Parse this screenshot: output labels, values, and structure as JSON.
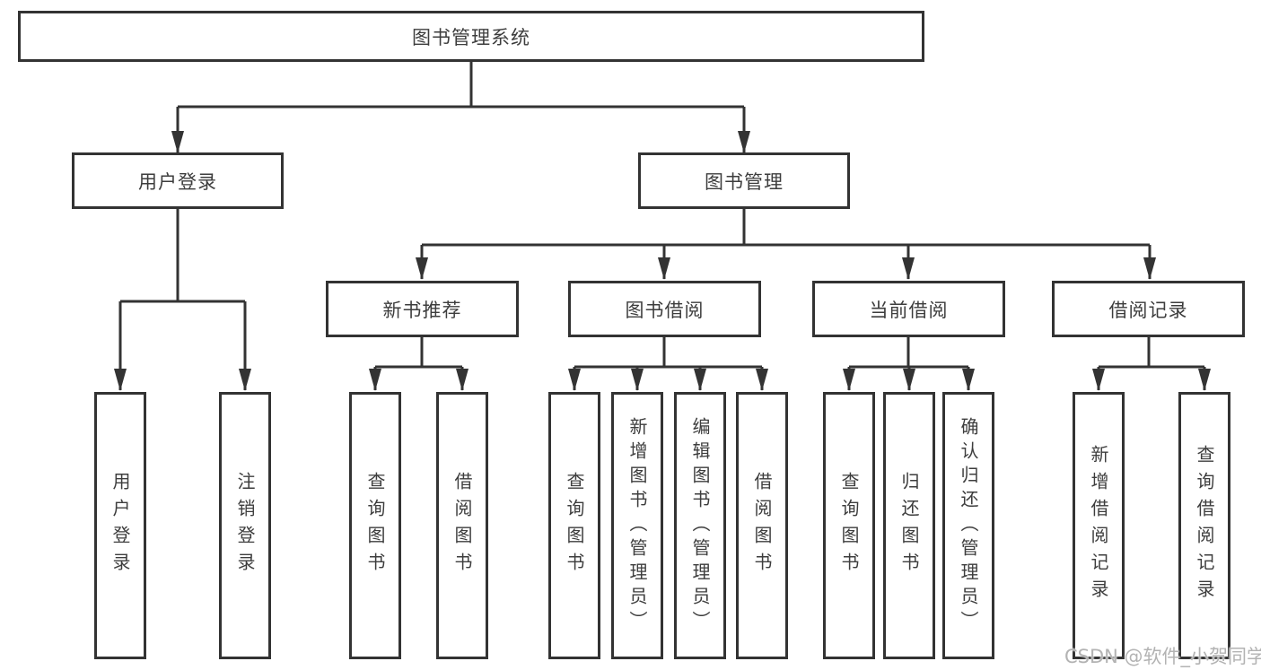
{
  "root": {
    "label": "图书管理系统"
  },
  "login": {
    "label": "用户登录",
    "children": [
      {
        "label": "用户登录"
      },
      {
        "label": "注销登录"
      }
    ]
  },
  "mgmt": {
    "label": "图书管理",
    "sections": [
      {
        "label": "新书推荐",
        "children": [
          {
            "label": "查询图书"
          },
          {
            "label": "借阅图书"
          }
        ]
      },
      {
        "label": "图书借阅",
        "children": [
          {
            "label": "查询图书"
          },
          {
            "label": "新增图书（管理员）"
          },
          {
            "label": "编辑图书（管理员）"
          },
          {
            "label": "借阅图书"
          }
        ]
      },
      {
        "label": "当前借阅",
        "children": [
          {
            "label": "查询图书"
          },
          {
            "label": "归还图书"
          },
          {
            "label": "确认归还（管理员）"
          }
        ]
      },
      {
        "label": "借阅记录",
        "children": [
          {
            "label": "新增借阅记录"
          },
          {
            "label": "查询借阅记录"
          }
        ]
      }
    ]
  },
  "watermark": "CSDN @软件_小贺同学",
  "colors": {
    "line": "#333333",
    "text": "#3d3d3d",
    "box_fill": "#ffffff",
    "watermark": "#b3b3b3",
    "background": "#ffffff"
  }
}
